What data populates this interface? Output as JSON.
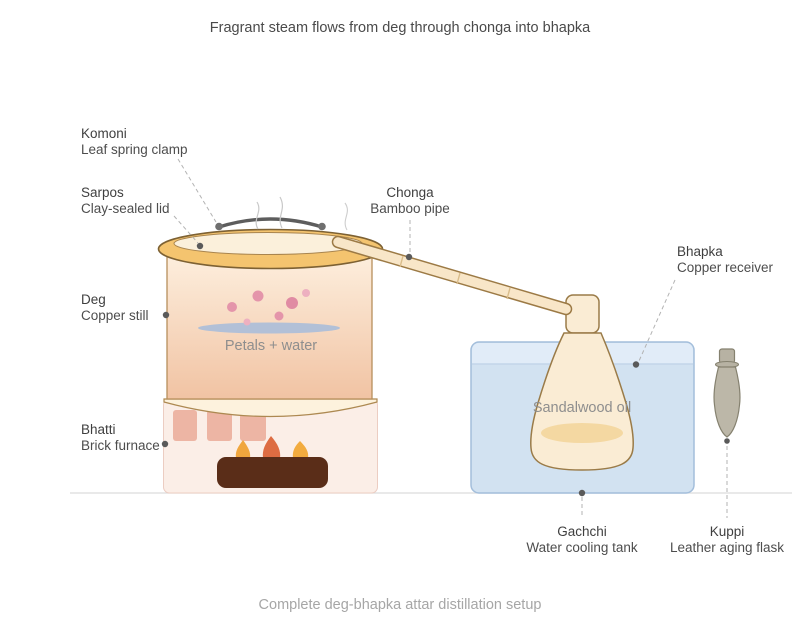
{
  "title": "Fragrant steam flows from deg through chonga into bhapka",
  "caption": "Complete deg-bhapka attar distillation setup",
  "labels": {
    "komoni": {
      "term": "Komoni",
      "desc": "Leaf spring clamp"
    },
    "sarpos": {
      "term": "Sarpos",
      "desc": "Clay-sealed lid"
    },
    "chonga": {
      "term": "Chonga",
      "desc": "Bamboo pipe"
    },
    "bhapka": {
      "term": "Bhapka",
      "desc": "Copper receiver"
    },
    "deg": {
      "term": "Deg",
      "desc": "Copper still"
    },
    "bhatti": {
      "term": "Bhatti",
      "desc": "Brick furnace"
    },
    "gachchi": {
      "term": "Gachchi",
      "desc": "Water cooling tank"
    },
    "kuppi": {
      "term": "Kuppi",
      "desc": "Leather aging flask"
    }
  },
  "annotations": {
    "deg_contents": "Petals + water",
    "bhapka_contents": "Sandalwood oil"
  },
  "colors": {
    "rim": "#f4c46f",
    "pot_top": "#fdeedd",
    "pot_bottom": "#f1c3a3",
    "pot_outline": "#8a6a33",
    "furnace": "#fbeee7",
    "brick": "#edb5a4",
    "log": "#5a2d18",
    "flame_orange": "#dd6c42",
    "flame_yellow": "#f0a63e",
    "water_tank": "#d3e2f1",
    "tank_border": "#a3bedb",
    "flask": "#faecd4",
    "oil": "#f4d8a2",
    "petal": "#e495aa",
    "water_surface": "#b2c0d7",
    "kuppi": "#bcb7a8",
    "clamp": "#5d5d5d",
    "leader": "#b3b3b3"
  }
}
